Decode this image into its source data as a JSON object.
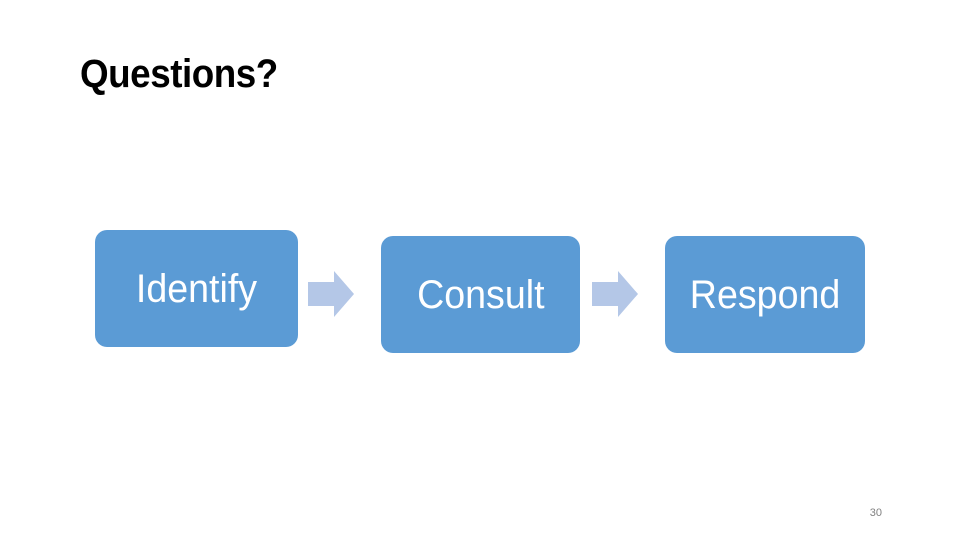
{
  "slide": {
    "title": "Questions?",
    "background_color": "#FFFFFF",
    "page_number": "30"
  },
  "process": {
    "box_fill_color": "#5B9BD5",
    "box_text_color": "#FFFFFF",
    "arrow_fill_color": "#B4C7E7",
    "steps": [
      {
        "label": "Identify"
      },
      {
        "label": "Consult"
      },
      {
        "label": "Respond"
      }
    ],
    "arrows": [
      {
        "name": "identify-to-consult"
      },
      {
        "name": "consult-to-respond"
      }
    ]
  }
}
